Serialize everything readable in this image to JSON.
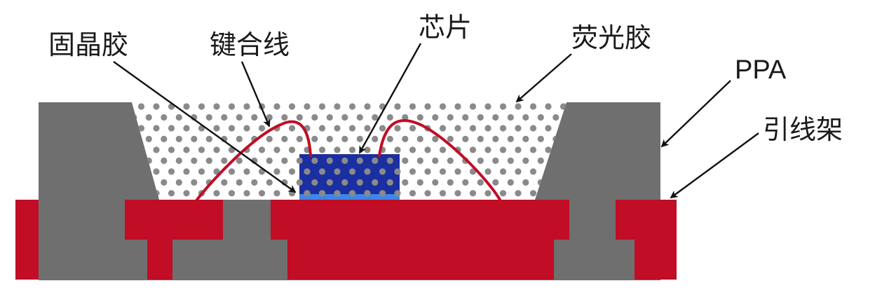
{
  "labels": {
    "die_attach": "固晶胶",
    "bond_wire": "键合线",
    "chip": "芯片",
    "phosphor": "荧光胶",
    "ppa": "PPA",
    "lead_frame": "引线架"
  },
  "colors": {
    "lead_frame": "#c10d25",
    "ppa": "#6f6f6f",
    "phosphor_dot": "#8a8a8a",
    "chip": "#1b2fa0",
    "die_attach": "#3f86e6",
    "wire": "#c10d25",
    "arrow": "#111111"
  }
}
